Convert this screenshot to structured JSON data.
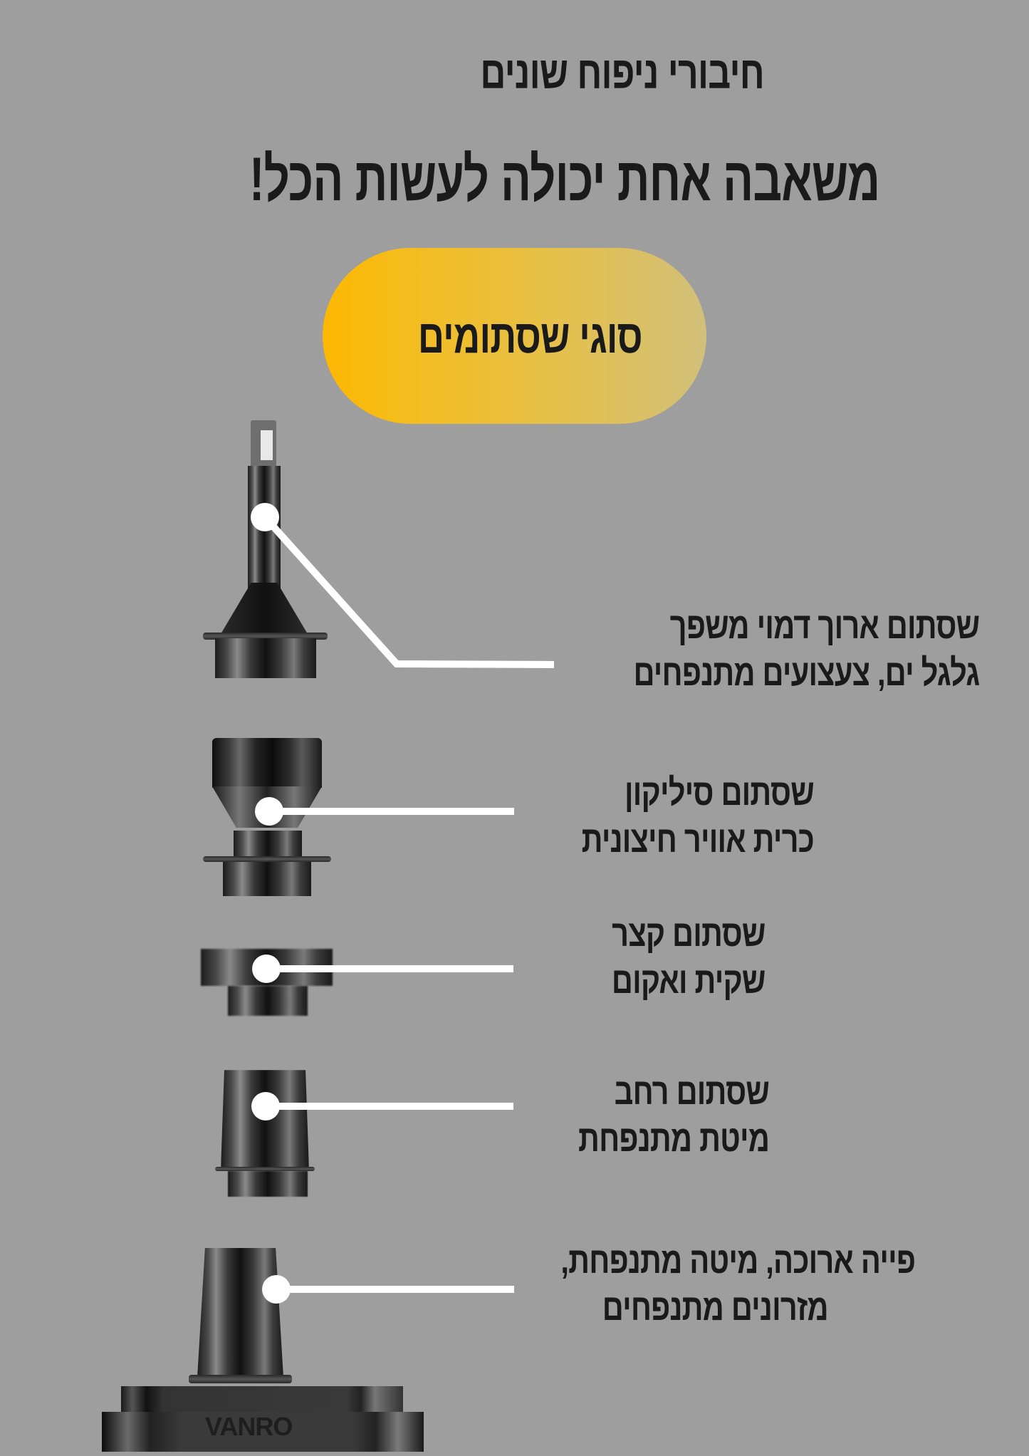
{
  "header": {
    "title": "חיבורי ניפוח שונים",
    "subtitle": "משאבה אחת יכולה לעשות הכל!"
  },
  "badge": {
    "label": "סוגי שסתומים",
    "gradient_start": "#fdb800",
    "gradient_end": "#d1c07a"
  },
  "nozzles": [
    {
      "icon": "long-needle-nozzle-icon",
      "line1": "שסתום ארוך דמוי משפך",
      "line2": "גלגל ים, צעצועים מתנפחים"
    },
    {
      "icon": "silicone-nozzle-icon",
      "line1": "שסתום סיליקון",
      "line2": "כרית אוויר חיצונית"
    },
    {
      "icon": "short-nozzle-icon",
      "line1": "שסתום קצר",
      "line2": "שקית ואקום"
    },
    {
      "icon": "wide-nozzle-icon",
      "line1": "שסתום רחב",
      "line2": "מיטת מתנפחת"
    },
    {
      "icon": "long-mouth-nozzle-icon",
      "line1": "פייה ארוכה, מיטה מתנפחת,",
      "line2": "מזרונים מתנפחים"
    }
  ],
  "product": {
    "brand": "VANRO"
  },
  "colors": {
    "background": "#9e9e9e",
    "text": "#1a1a1a",
    "connector": "#ffffff"
  }
}
